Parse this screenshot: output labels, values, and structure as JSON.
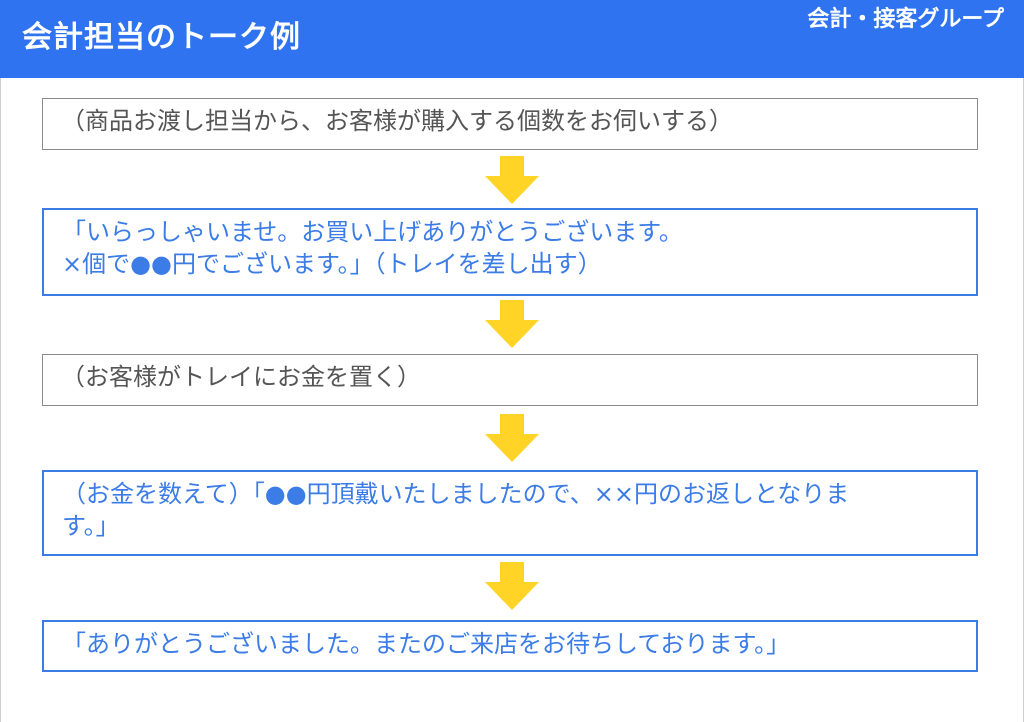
{
  "header": {
    "title": "会計担当のトーク例",
    "group": "会計・接客グループ"
  },
  "flow": {
    "steps": [
      {
        "type": "action",
        "text": "（商品お渡し担当から、お客様が購入する個数をお伺いする）"
      },
      {
        "type": "speech",
        "text": "「いらっしゃいませ。お買い上げありがとうございます。\n×個で●●円でございます。」（トレイを差し出す）"
      },
      {
        "type": "action",
        "text": "（お客様がトレイにお金を置く）"
      },
      {
        "type": "speech",
        "text": "（お金を数えて）「●●円頂戴いたしましたので、××円のお返しとなりま\nす。」"
      },
      {
        "type": "speech",
        "text": "「ありがとうございました。またのご来店をお待ちしております。」"
      }
    ],
    "colors": {
      "header_bg": "#2f73f0",
      "speech": "#3b7ce6",
      "action_text": "#555555",
      "arrow": "#ffd426"
    },
    "arrow_icon": "down-arrow-icon"
  }
}
